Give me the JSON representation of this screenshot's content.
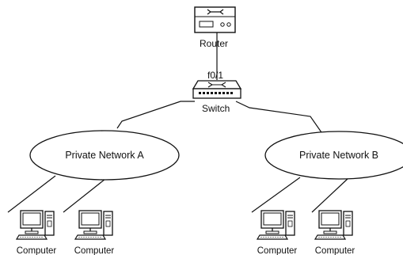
{
  "diagram": {
    "router": {
      "label": "Router"
    },
    "switch": {
      "label": "Switch",
      "port_label": "f0/1"
    },
    "networks": [
      {
        "label": "Private Network A"
      },
      {
        "label": "Private Network B"
      }
    ],
    "computers": [
      {
        "label": "Computer",
        "network": "A"
      },
      {
        "label": "Computer",
        "network": "A"
      },
      {
        "label": "Computer",
        "network": "B"
      },
      {
        "label": "Computer",
        "network": "B"
      }
    ]
  }
}
